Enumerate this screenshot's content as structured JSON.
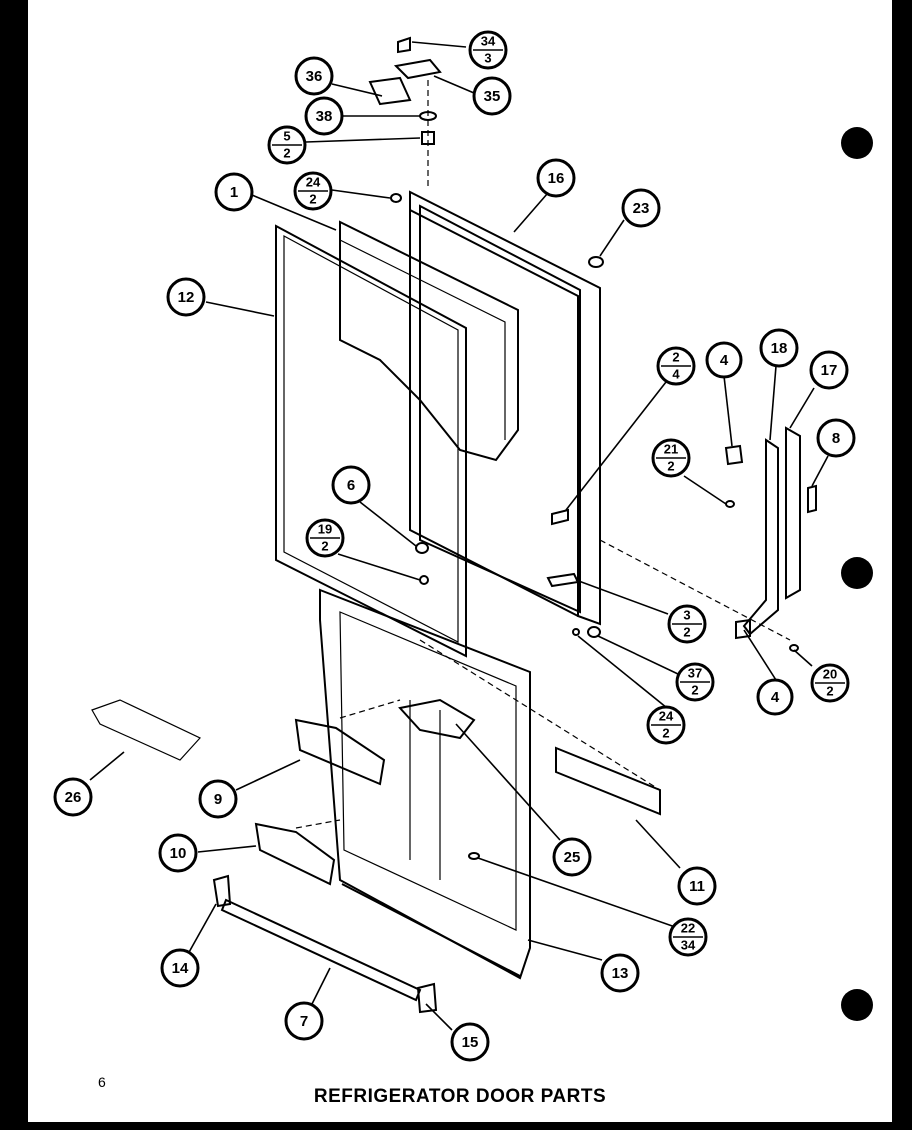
{
  "title": "REFRIGERATOR DOOR PARTS",
  "page_number": "6",
  "callouts": [
    {
      "id": "c-34-3",
      "top": "34",
      "bottom": "3"
    },
    {
      "id": "c-36",
      "label": "36"
    },
    {
      "id": "c-35",
      "label": "35"
    },
    {
      "id": "c-38",
      "label": "38"
    },
    {
      "id": "c-5-2",
      "top": "5",
      "bottom": "2"
    },
    {
      "id": "c-24-2a",
      "top": "24",
      "bottom": "2"
    },
    {
      "id": "c-1",
      "label": "1"
    },
    {
      "id": "c-16",
      "label": "16"
    },
    {
      "id": "c-23",
      "label": "23"
    },
    {
      "id": "c-12",
      "label": "12"
    },
    {
      "id": "c-2-4",
      "top": "2",
      "bottom": "4"
    },
    {
      "id": "c-4a",
      "label": "4"
    },
    {
      "id": "c-18",
      "label": "18"
    },
    {
      "id": "c-17",
      "label": "17"
    },
    {
      "id": "c-8",
      "label": "8"
    },
    {
      "id": "c-21-2",
      "top": "21",
      "bottom": "2"
    },
    {
      "id": "c-6",
      "label": "6"
    },
    {
      "id": "c-19-2",
      "top": "19",
      "bottom": "2"
    },
    {
      "id": "c-3-2",
      "top": "3",
      "bottom": "2"
    },
    {
      "id": "c-37-2",
      "top": "37",
      "bottom": "2"
    },
    {
      "id": "c-4b",
      "label": "4"
    },
    {
      "id": "c-20-2",
      "top": "20",
      "bottom": "2"
    },
    {
      "id": "c-24-2b",
      "top": "24",
      "bottom": "2"
    },
    {
      "id": "c-26",
      "label": "26"
    },
    {
      "id": "c-9",
      "label": "9"
    },
    {
      "id": "c-25",
      "label": "25"
    },
    {
      "id": "c-11",
      "label": "11"
    },
    {
      "id": "c-10",
      "label": "10"
    },
    {
      "id": "c-22-34",
      "top": "22",
      "bottom": "34"
    },
    {
      "id": "c-14",
      "label": "14"
    },
    {
      "id": "c-13",
      "label": "13"
    },
    {
      "id": "c-7",
      "label": "7"
    },
    {
      "id": "c-15",
      "label": "15"
    }
  ]
}
